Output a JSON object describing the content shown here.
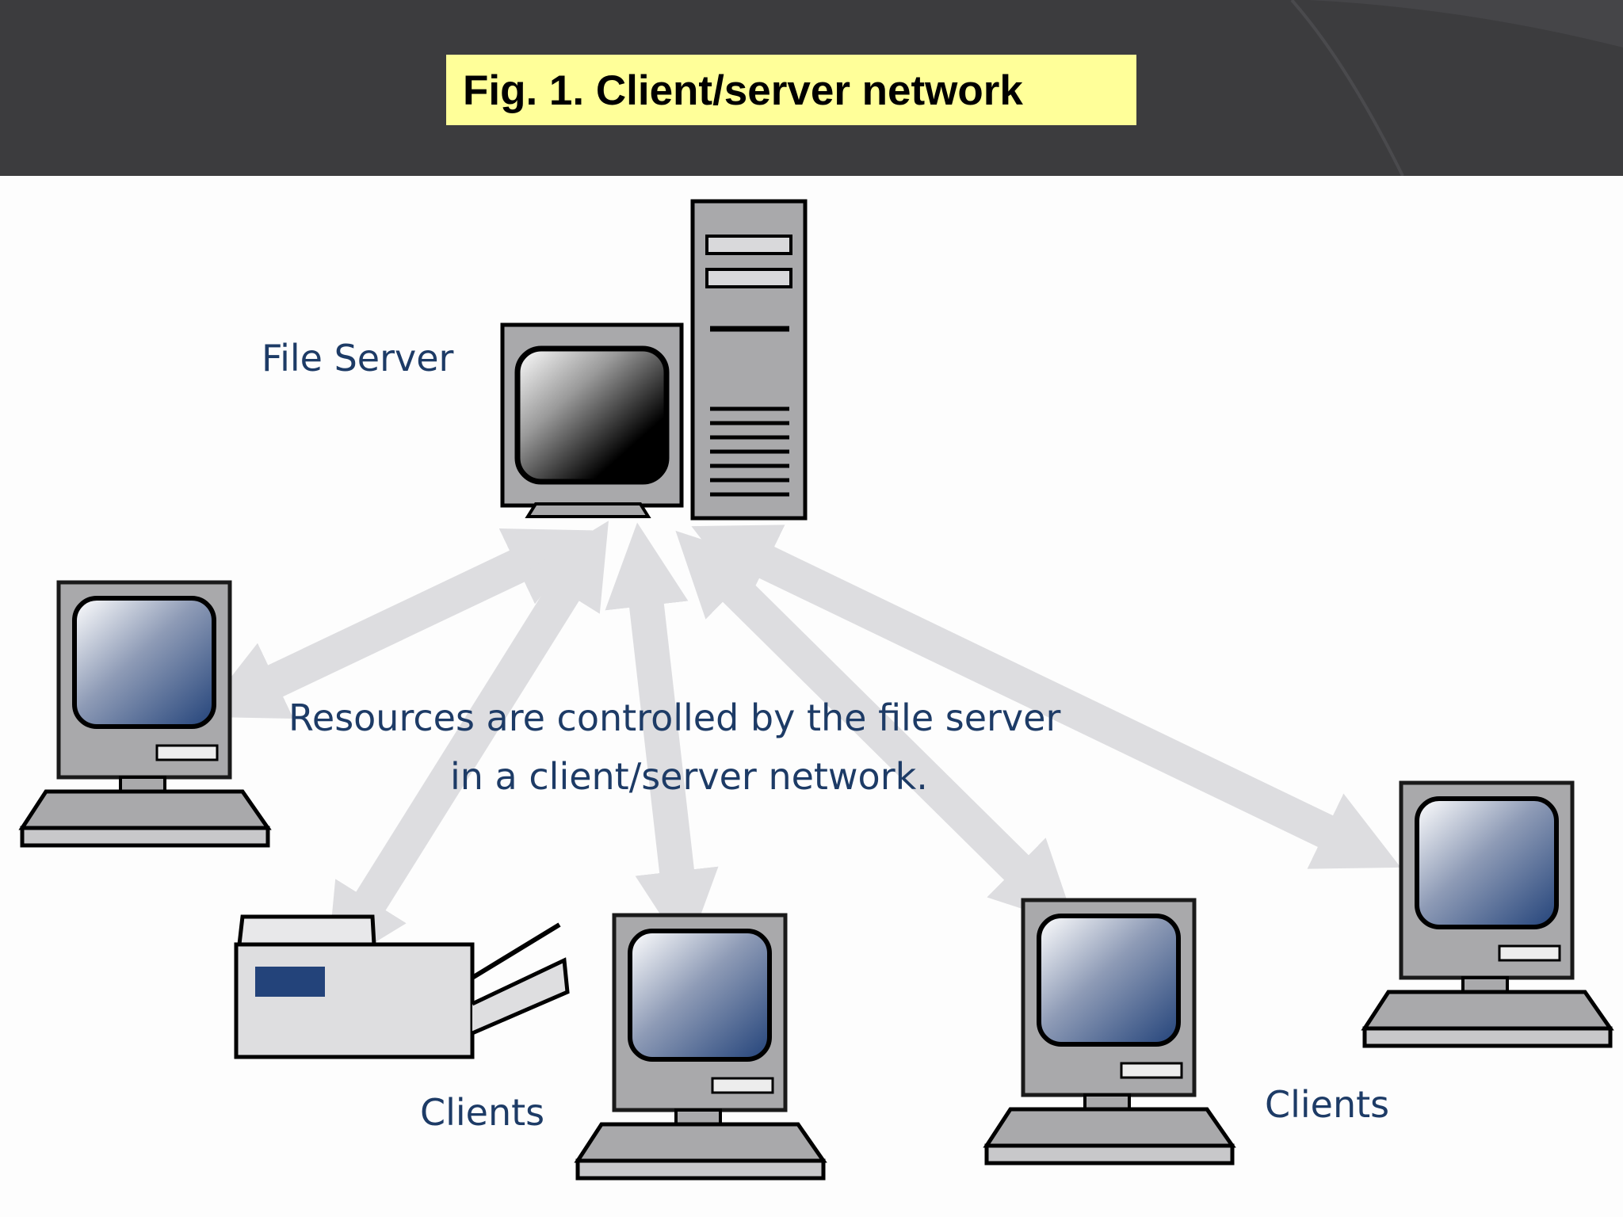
{
  "header": {
    "title": "Fig. 1. Client/server network"
  },
  "diagram": {
    "server_label": "File Server",
    "caption_line1": "Resources are controlled by the file server",
    "caption_line2": "in a client/server network.",
    "clients_label_left": "Clients",
    "clients_label_right": "Clients"
  },
  "colors": {
    "header_bg": "#3c3c3e",
    "title_bg": "#ffff99",
    "device_gray": "#a9a9ab",
    "screen_blue": "#2a4a80",
    "label_blue": "#1d3b66",
    "arrow_gray": "#dcdcdf"
  },
  "icons": [
    "server-monitor-icon",
    "server-tower-icon",
    "client-computer-icon",
    "printer-icon",
    "arrow-icon"
  ]
}
